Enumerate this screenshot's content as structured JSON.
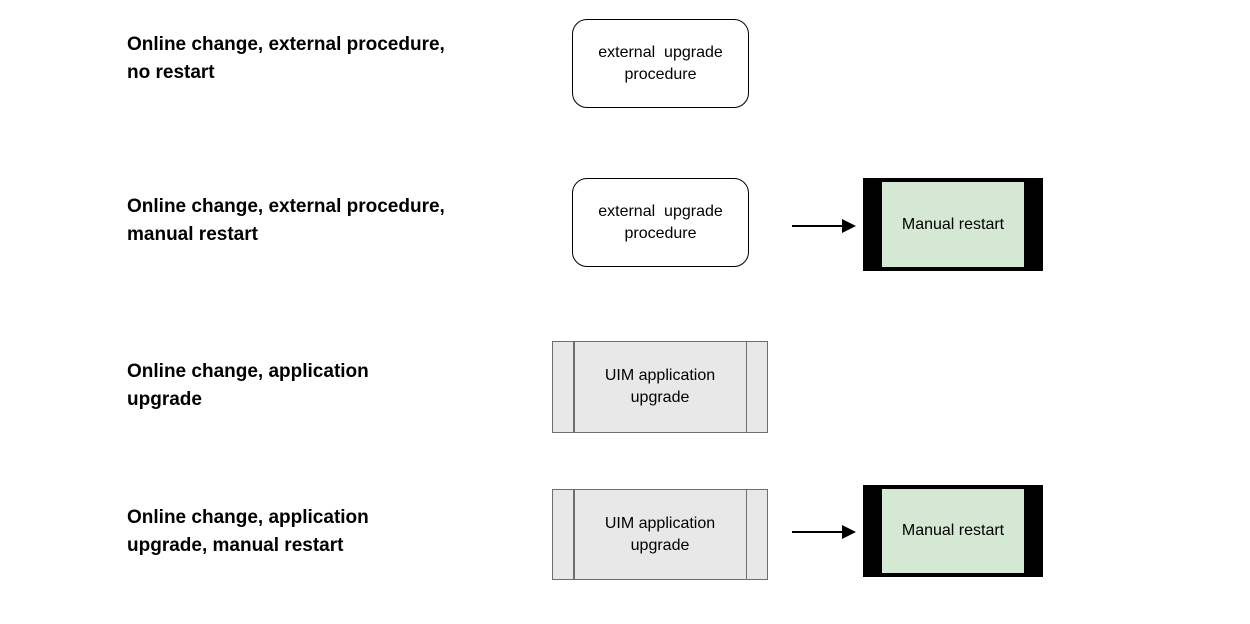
{
  "colors": {
    "background": "#ffffff",
    "text": "#000000",
    "rounded_fill": "#ffffff",
    "rounded_stroke": "#000000",
    "process_fill": "#e8e8e8",
    "process_stroke": "#6e6e6e",
    "manual_frame": "#000000",
    "manual_fill": "#d5e8d4",
    "arrow": "#000000"
  },
  "rows": [
    {
      "label": "Online change, external procedure,\nno restart",
      "shape": {
        "type": "rounded",
        "text": "external  upgrade\nprocedure"
      }
    },
    {
      "label": "Online change, external procedure,\nmanual restart",
      "shape": {
        "type": "rounded",
        "text": "external  upgrade\nprocedure"
      },
      "arrow": "right",
      "result": {
        "type": "manual-restart",
        "text": "Manual restart"
      }
    },
    {
      "label": "Online change, application\nupgrade",
      "shape": {
        "type": "predefined-process",
        "text": "UIM application\nupgrade"
      }
    },
    {
      "label": "Online change, application\nupgrade, manual restart",
      "shape": {
        "type": "predefined-process",
        "text": "UIM application\nupgrade"
      },
      "arrow": "right",
      "result": {
        "type": "manual-restart",
        "text": "Manual restart"
      }
    }
  ]
}
